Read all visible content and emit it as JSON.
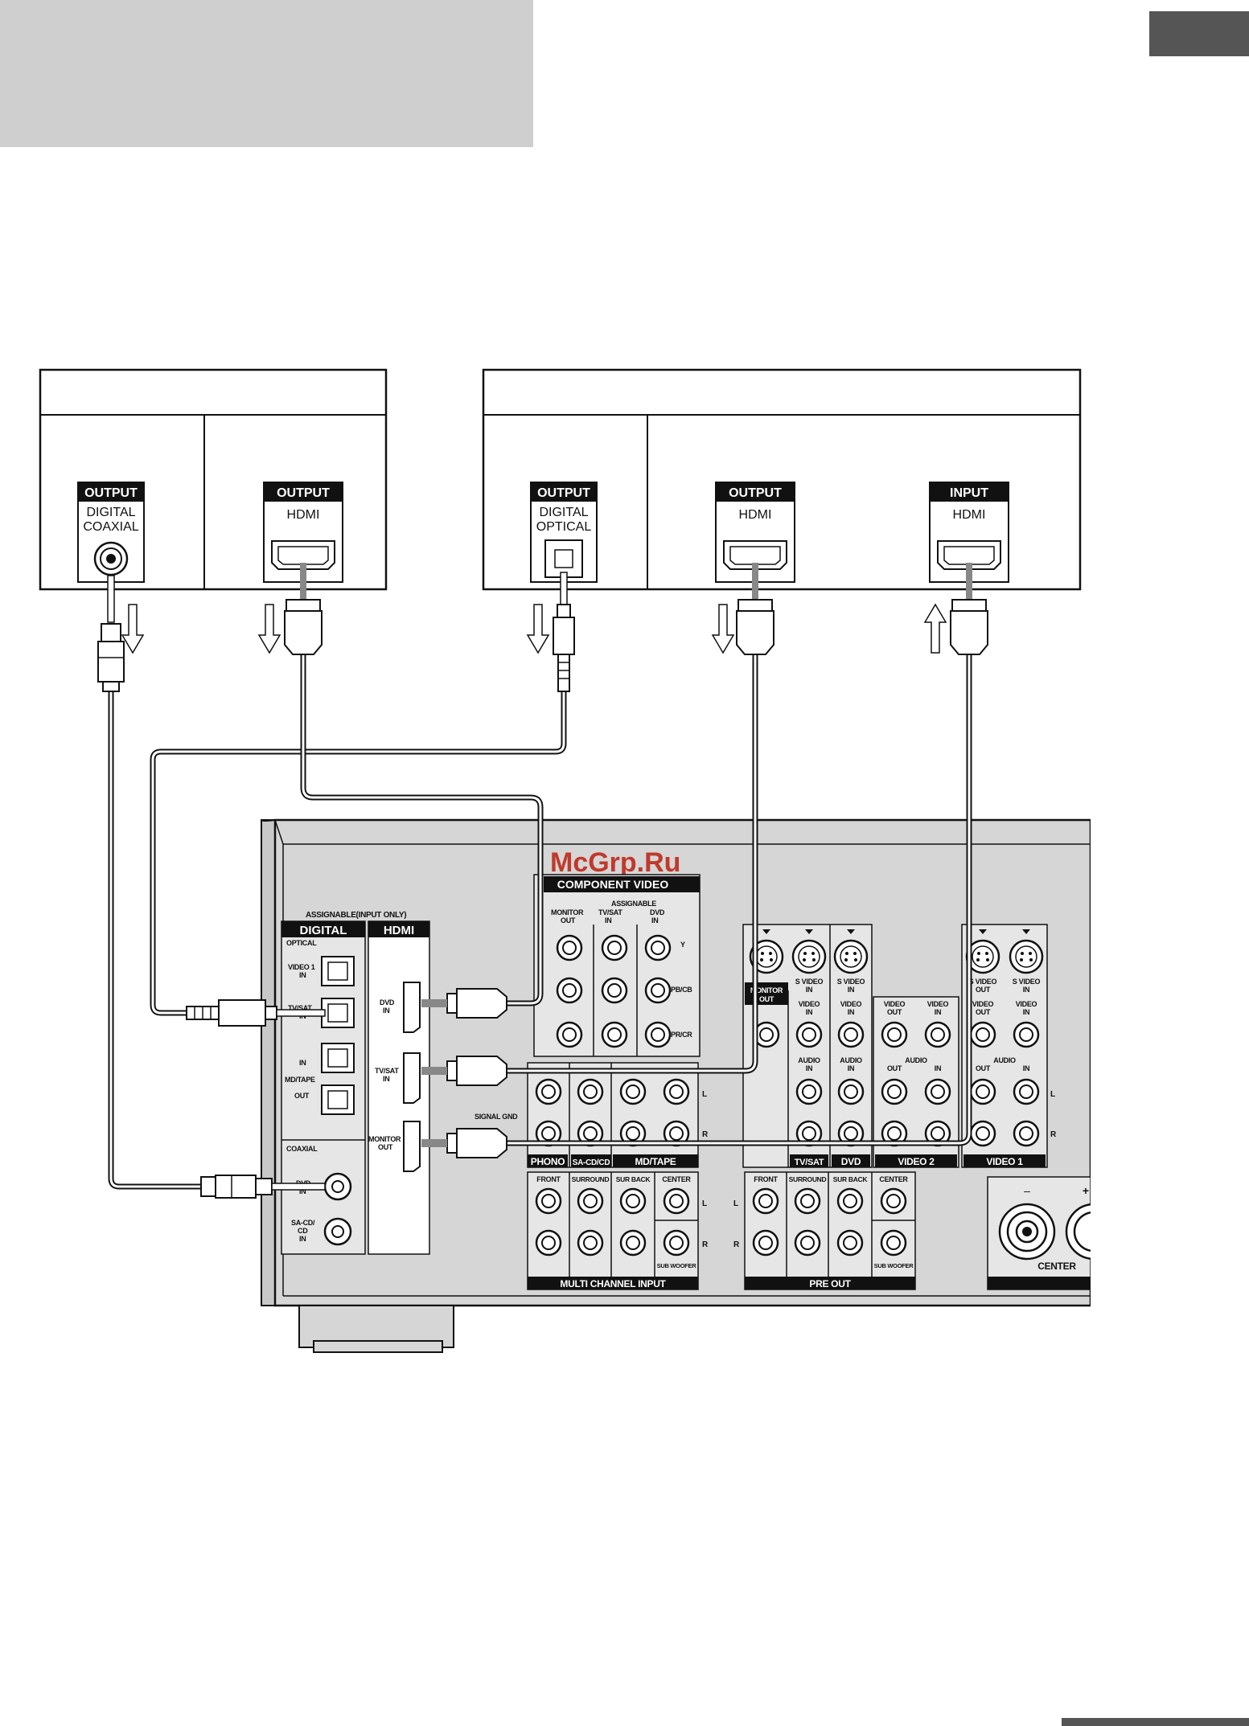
{
  "watermark": "McGrp.Ru",
  "colors": {
    "panel": "#d6d6d6",
    "tab": "#555555",
    "header_box": "#cfcfcf",
    "ink": "#111111",
    "watermark": "#c0392b"
  },
  "sources": {
    "left_terminals": [
      {
        "badge": "OUTPUT",
        "line1": "DIGITAL",
        "line2": "COAXIAL"
      },
      {
        "badge": "OUTPUT",
        "line1": "HDMI"
      }
    ],
    "right_terminals": [
      {
        "badge": "OUTPUT",
        "line1": "DIGITAL",
        "line2": "OPTICAL"
      },
      {
        "badge": "OUTPUT",
        "line1": "HDMI"
      },
      {
        "badge": "INPUT",
        "line1": "HDMI"
      }
    ]
  },
  "receiver": {
    "assignable_note": "ASSIGNABLE(INPUT ONLY)",
    "digital": {
      "title": "DIGITAL",
      "optical_label": "OPTICAL",
      "video1_a": "VIDEO 1",
      "video1_b": "IN",
      "tvsat_a": "TV/SAT",
      "tvsat_b": "IN",
      "md_in": "IN",
      "md_tape": "MD/TAPE",
      "md_out": "OUT",
      "coaxial_label": "COAXIAL",
      "dvd_a": "DVD",
      "dvd_b": "IN",
      "sacd_a": "SA-CD/",
      "sacd_b": "CD",
      "sacd_c": "IN"
    },
    "hdmi": {
      "title": "HDMI",
      "dvd_a": "DVD",
      "dvd_b": "IN",
      "tvsat_a": "TV/SAT",
      "tvsat_b": "IN",
      "mon_a": "MONITOR",
      "mon_b": "OUT"
    },
    "component": {
      "title": "COMPONENT VIDEO",
      "monitor_a": "MONITOR",
      "monitor_b": "OUT",
      "assignable": "ASSIGNABLE",
      "tvsat_a": "TV/SAT",
      "tvsat_b": "IN",
      "dvd_a": "DVD",
      "dvd_b": "IN",
      "y": "Y",
      "pb": "PB/CB",
      "pr": "PR/CR"
    },
    "signal_gnd": "SIGNAL GND",
    "audio_groups": {
      "phono": "PHONO",
      "sacd": "SA-CD/CD",
      "mdtape": "MD/TAPE"
    },
    "channel_l": "L",
    "channel_r": "R",
    "video_sections": {
      "s_video": "S VIDEO",
      "s_in": "IN",
      "video": "VIDEO",
      "v_in": "IN",
      "audio": "AUDIO",
      "a_in": "IN",
      "video_out": "OUT",
      "out": "OUT",
      "monitor": "MONITOR",
      "monitor_out": "OUT",
      "tvsat": "TV/SAT",
      "dvd": "DVD",
      "video2": "VIDEO 2",
      "video1": "VIDEO 1"
    },
    "multi_channel": {
      "title": "MULTI CHANNEL INPUT",
      "front": "FRONT",
      "surround": "SURROUND",
      "sur_back": "SUR BACK",
      "center": "CENTER",
      "sub_woofer": "SUB WOOFER"
    },
    "pre_out": {
      "title": "PRE OUT",
      "front": "FRONT",
      "surround": "SURROUND",
      "sur_back": "SUR BACK",
      "center": "CENTER",
      "sub_woofer": "SUB WOOFER"
    },
    "speakers": {
      "minus": "–",
      "plus": "+",
      "center": "CENTER"
    }
  }
}
